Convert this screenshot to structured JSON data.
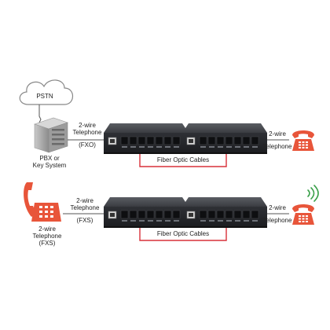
{
  "top": {
    "cloud_label": "PSTN",
    "pbx_label_line1": "PBX or",
    "pbx_label_line2": "Key System",
    "left_link_line1": "2-wire",
    "left_link_line2": "Telephone",
    "left_link_line3": "(FXO)",
    "right_link_line1": "2-wire",
    "right_link_line2": "Telephone",
    "cable_label": "Fiber Optic Cables"
  },
  "bottom": {
    "phone_label_line1": "2-wire",
    "phone_label_line2": "Telephone",
    "phone_label_line3": "(FXS)",
    "left_link_line1": "2-wire",
    "left_link_line2": "Telephone",
    "left_link_line3": "(FXS)",
    "right_link_line1": "2-wire",
    "right_link_line2": "Telephone",
    "cable_label": "Fiber Optic Cables"
  },
  "colors": {
    "device_body": "#2a2c30",
    "device_top": "#4a4d52",
    "phone": "#e8553a",
    "fiber": "#d9303a",
    "wire": "#555555",
    "cloud_stroke": "#888888",
    "signal": "#3aa04a"
  },
  "icons": {
    "cloud": "cloud-icon",
    "pbx": "server-icon",
    "phone": "telephone-icon",
    "device": "media-converter-icon",
    "signal": "wireless-signal-icon"
  }
}
